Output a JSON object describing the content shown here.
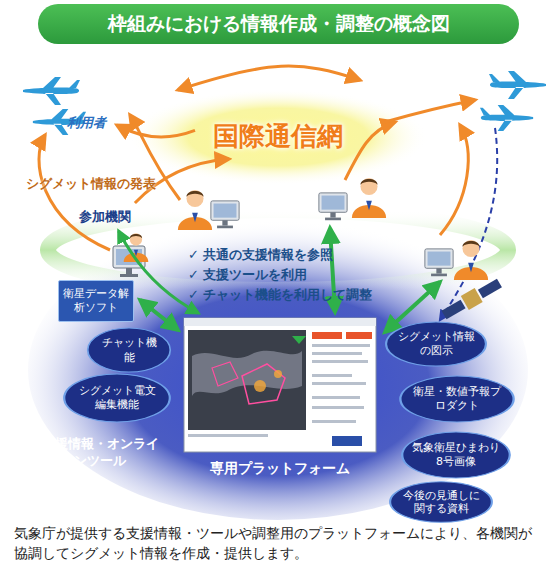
{
  "diagram": {
    "title": "枠組みにおける情報作成・調整の概念図",
    "caption": "気象庁が提供する支援情報・ツールや調整用のプラットフォームにより、各機関が協調してシグメット情報を作成・提供します。",
    "nodes": [
      {
        "text": [
          "利用者"
        ]
      },
      {
        "text": [
          "国際通信網"
        ]
      },
      {
        "text": [
          "参加機関"
        ]
      },
      {
        "text": [
          "衛星データ解析ソフト"
        ]
      },
      {
        "text": [
          "専用プラットフォーム"
        ]
      },
      {
        "text": [
          "チャット機能"
        ]
      },
      {
        "text": [
          "シグメット電文編集機能"
        ]
      },
      {
        "text": [
          "シグメット情報の図示"
        ]
      },
      {
        "text": [
          "衛星・数値予報プロダクト"
        ]
      },
      {
        "text": [
          "気象衛星ひまわり8号画像"
        ]
      },
      {
        "text": [
          "今後の見通しに関する資料"
        ]
      }
    ],
    "edges": [
      {
        "from": 1,
        "to": 0,
        "arrow": "to"
      },
      {
        "from": 2,
        "to": 1,
        "arrow": "to"
      },
      {
        "from": 2,
        "to": 4,
        "arrow": "both"
      }
    ],
    "labels": [
      "シグメット情報の発表",
      "✓ 共通の支援情報を参照",
      "✓ 支援ツールを利用",
      "✓ チャット機能を利用して調整",
      "支援情報・オンラインツール"
    ]
  }
}
